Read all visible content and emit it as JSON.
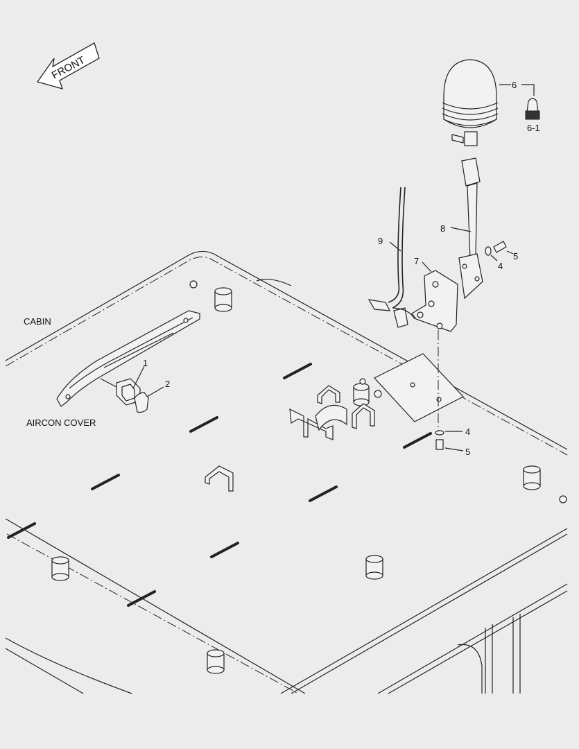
{
  "labels": {
    "front": "FRONT",
    "cabin": "CABIN",
    "aircon_cover": "AIRCON COVER"
  },
  "callouts": [
    "1",
    "2",
    "4",
    "5",
    "6",
    "6-1",
    "7",
    "8",
    "9",
    "4",
    "5"
  ]
}
